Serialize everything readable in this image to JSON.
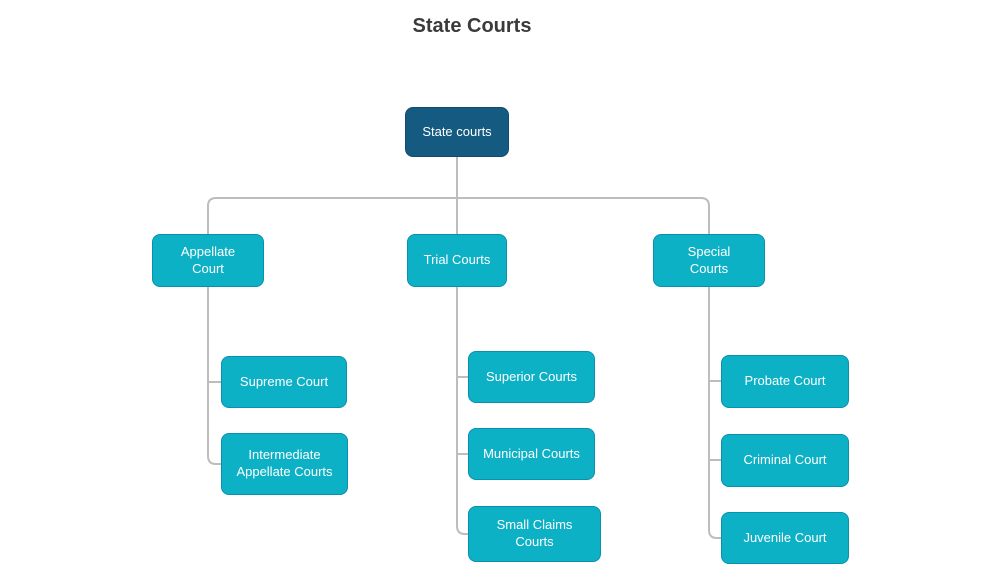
{
  "diagram": {
    "title": "State Courts",
    "root": {
      "label": "State courts"
    },
    "branches": [
      {
        "label": "Appellate Court",
        "children": [
          {
            "label": "Supreme Court"
          },
          {
            "label": "Intermediate Appellate Courts"
          }
        ]
      },
      {
        "label": "Trial Courts",
        "children": [
          {
            "label": "Superior Courts"
          },
          {
            "label": "Municipal Courts"
          },
          {
            "label": "Small Claims Courts"
          }
        ]
      },
      {
        "label": "Special Courts",
        "children": [
          {
            "label": "Probate Court"
          },
          {
            "label": "Criminal Court"
          },
          {
            "label": "Juvenile Court"
          }
        ]
      }
    ],
    "colors": {
      "root_fill": "#155a80",
      "branch_fill": "#0db1c6",
      "branch_border": "#0a8fad",
      "connector": "#bdbdbd",
      "title_text": "#3b3b3b",
      "node_text": "#ffffff",
      "background": "#ffffff"
    }
  }
}
